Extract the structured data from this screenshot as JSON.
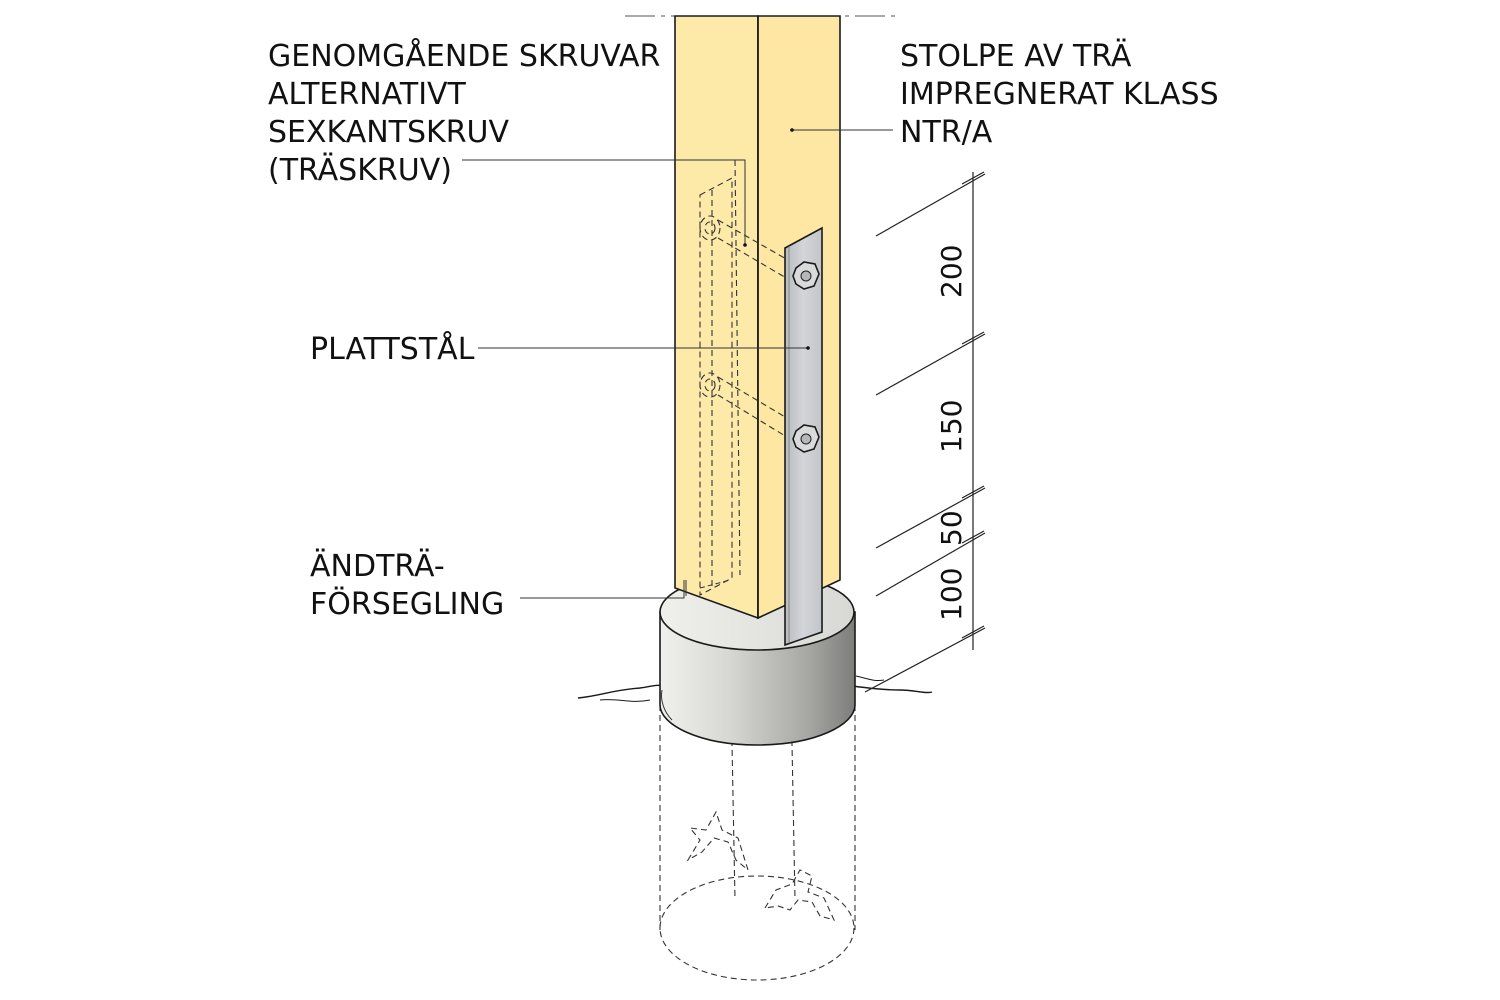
{
  "labels": {
    "bolts": [
      "GENOMGÅENDE SKRUVAR",
      "ALTERNATIVT",
      "SEXKANTSKRUV",
      "(TRÄSKRUV)"
    ],
    "post": [
      "STOLPE AV TRÄ",
      "IMPREGNERAT KLASS",
      "NTR/A"
    ],
    "plate": "PLATTSTÅL",
    "seal": [
      "ÄNDTRÄ-",
      "FÖRSEGLING"
    ]
  },
  "dimensions": [
    "200",
    "150",
    "50",
    "100"
  ],
  "colors": {
    "wood": "#fde9a8",
    "steel": "#c9ccd0",
    "concrete_light": "#e6e6e2",
    "concrete_dark": "#8c8c8a"
  }
}
